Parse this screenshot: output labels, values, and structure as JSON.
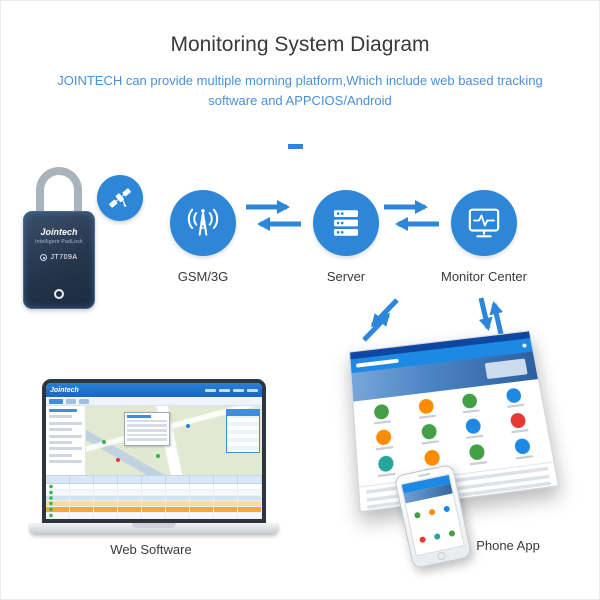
{
  "colors": {
    "accent_blue": "#2d86d8",
    "subtitle_blue": "#4a90d9",
    "title_gray": "#3a3a3a",
    "padlock_navy": "#243449",
    "map_green": "#e2e9d2",
    "highlight_orange": "#f6a83d",
    "app_header_blue": "#1e88e5"
  },
  "header": {
    "title": "Monitoring System Diagram",
    "subtitle": "JOINTECH can provide multiple morning platform,Which include web based tracking software and APPCIOS/Android"
  },
  "padlock": {
    "brand": "Jointech",
    "subtitle": "Intelligent PadLock",
    "model": "JT709A"
  },
  "satellite": {
    "icon": "satellite-icon"
  },
  "nodes": {
    "gsm": {
      "label": "GSM/3G",
      "icon": "antenna-icon"
    },
    "server": {
      "label": "Server",
      "icon": "server-icon"
    },
    "monitor": {
      "label": "Monitor Center",
      "icon": "monitor-icon"
    }
  },
  "web_software": {
    "label": "Web Software",
    "brand": "Jointech"
  },
  "phone_app": {
    "label": "Phone App"
  }
}
